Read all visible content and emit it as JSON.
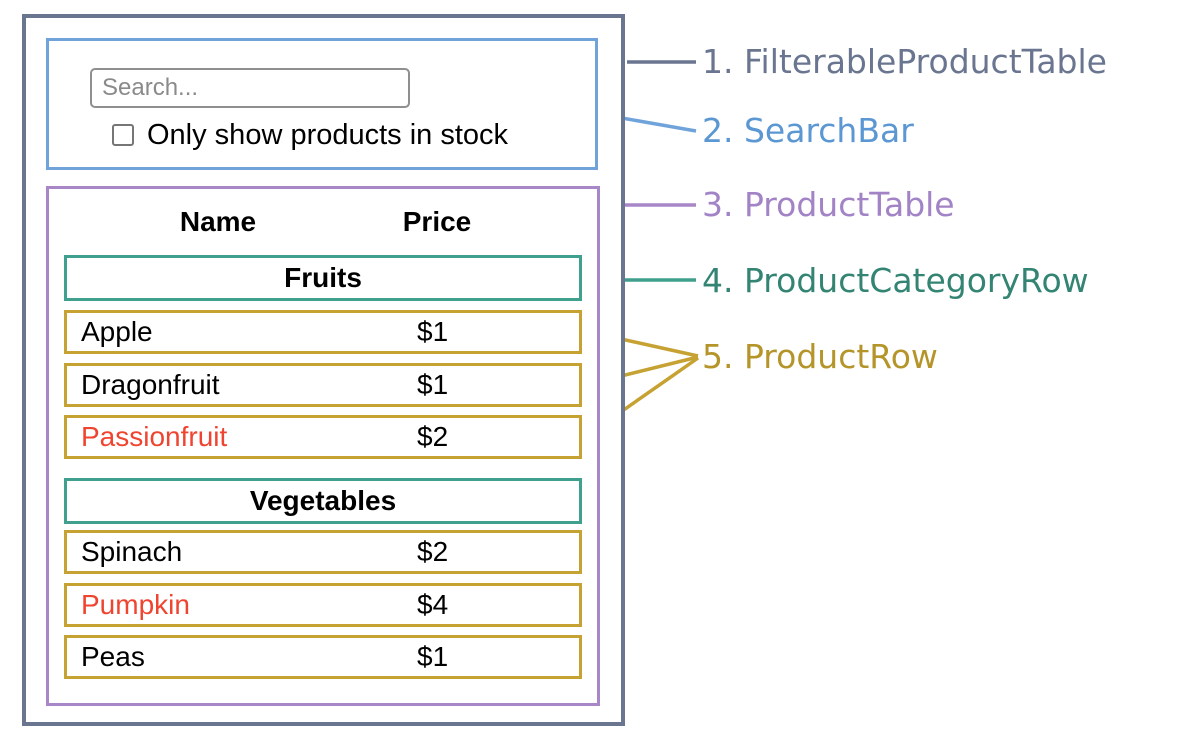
{
  "search": {
    "placeholder": "Search...",
    "checkbox_label": "Only show products in stock",
    "checkbox_checked": false
  },
  "table": {
    "headers": {
      "name": "Name",
      "price": "Price"
    },
    "categories": [
      {
        "label": "Fruits",
        "rows": [
          {
            "name": "Apple",
            "price": "$1",
            "out_of_stock": false
          },
          {
            "name": "Dragonfruit",
            "price": "$1",
            "out_of_stock": false
          },
          {
            "name": "Passionfruit",
            "price": "$2",
            "out_of_stock": true
          }
        ]
      },
      {
        "label": "Vegetables",
        "rows": [
          {
            "name": "Spinach",
            "price": "$2",
            "out_of_stock": false
          },
          {
            "name": "Pumpkin",
            "price": "$4",
            "out_of_stock": true
          },
          {
            "name": "Peas",
            "price": "$1",
            "out_of_stock": false
          }
        ]
      }
    ]
  },
  "annotations": [
    {
      "label": "1. FilterableProductTable",
      "color": "#6a7590"
    },
    {
      "label": "2. SearchBar",
      "color": "#5b97d3"
    },
    {
      "label": "3. ProductTable",
      "color": "#a283c6"
    },
    {
      "label": "4. ProductCategoryRow",
      "color": "#338473"
    },
    {
      "label": "5. ProductRow",
      "color": "#b5952a"
    }
  ],
  "colors": {
    "outer_border": "#6a7590",
    "searchbar_border": "#6fa3d9",
    "table_border": "#a887c9",
    "category_border": "#3fa08d",
    "row_border": "#c6a233",
    "oos_color": "#ef4430"
  }
}
